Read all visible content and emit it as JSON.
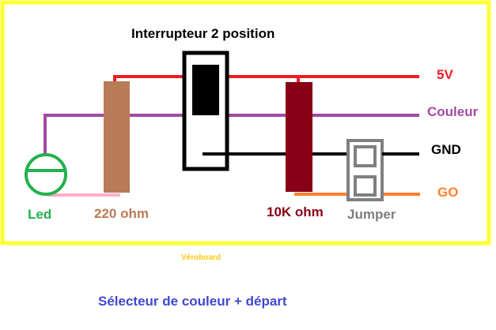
{
  "title": "Interrupteur 2 position",
  "labels": {
    "v5": "5V",
    "couleur": "Couleur",
    "gnd": "GND",
    "go": "GO",
    "led": "Led",
    "r220": "220 ohm",
    "r10k": "10K ohm",
    "jumper": "Jumper",
    "veroboard": "Véroboard"
  },
  "caption": "Sélecteur de couleur + départ",
  "colors": {
    "board_border": "#ffff33",
    "wire_5v": "#ee1c24",
    "wire_couleur": "#a349a4",
    "wire_gnd": "#000000",
    "wire_go": "#ff7f27",
    "wire_pink": "#ffaec9",
    "resistor_220": "#b97a57",
    "resistor_10k": "#880015",
    "led": "#22b14c",
    "jumper": "#7f7f7f",
    "caption": "#3f48cc",
    "veroboard_text": "#ffc90e"
  }
}
